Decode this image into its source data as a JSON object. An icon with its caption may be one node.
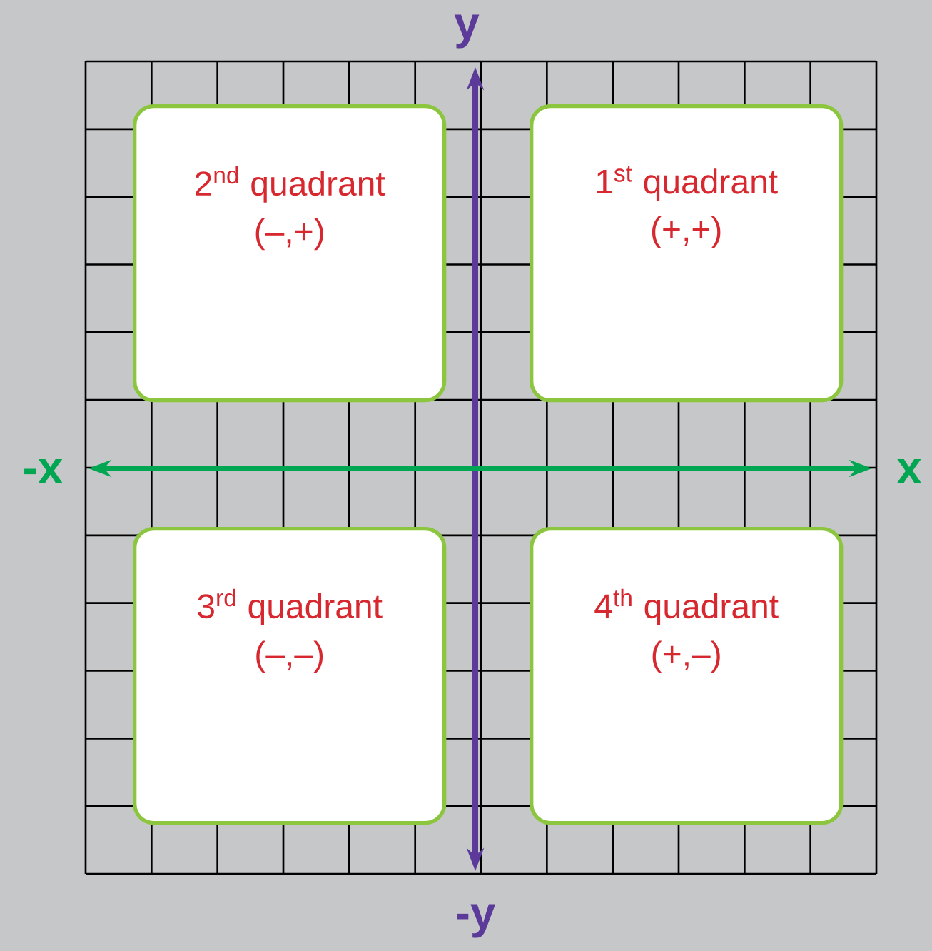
{
  "diagram": {
    "nodes": [
      {
        "text": [
          "2$^{nd}$ quadrant",
          "(–,+)"
        ]
      },
      {
        "text": [
          "1$^{st}$ quadrant",
          "(+,+)"
        ]
      },
      {
        "text": [
          "3$^{rd}$ quadrant",
          "(–,–)"
        ]
      },
      {
        "text": [
          "4$^{th}$ quadrant",
          "(+,–)"
        ]
      }
    ],
    "labels": [
      "y",
      "-x",
      "x",
      "-y"
    ]
  }
}
